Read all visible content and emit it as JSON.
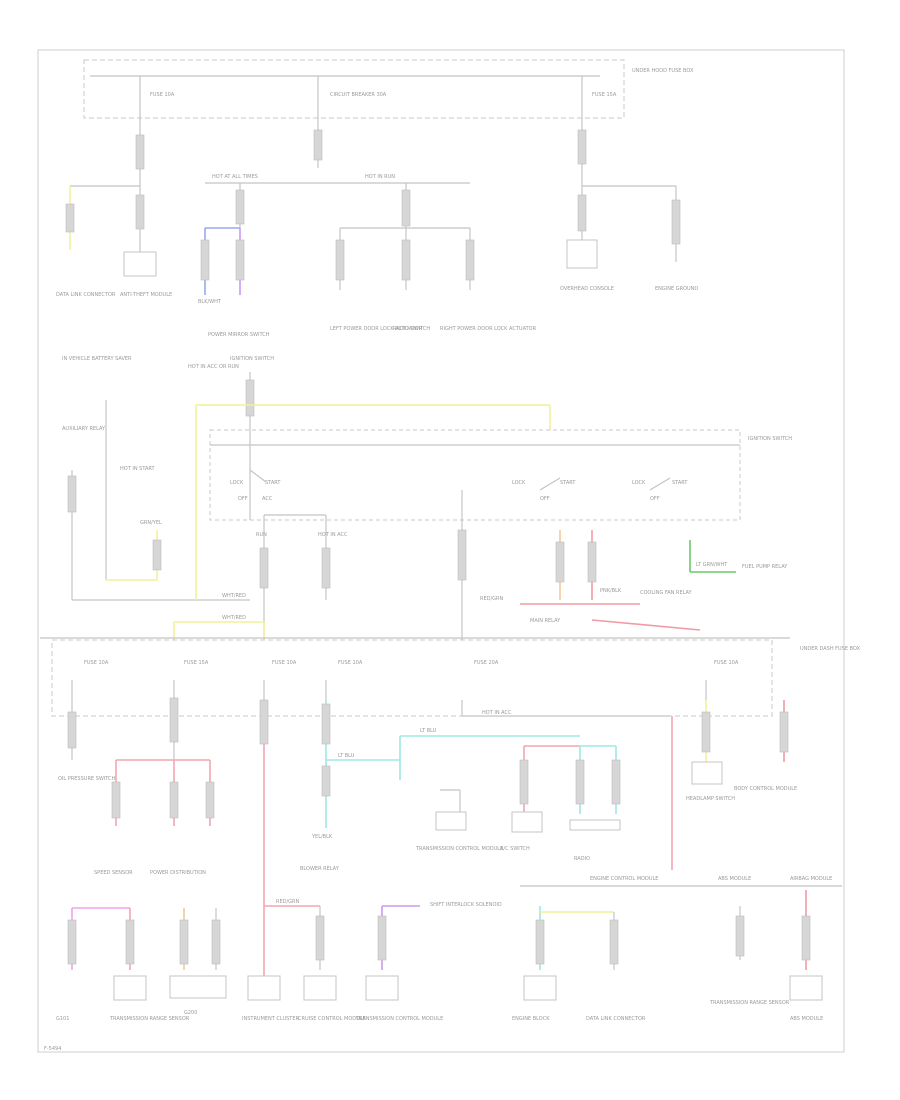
{
  "diagram": {
    "colors": {
      "line": "#c4c4c4",
      "text": "#9a9a9a",
      "yellow": "#f2f29a",
      "light_blue": "#9ee8e2",
      "pink": "#f4a6b0",
      "red": "#f29aa4",
      "green": "#6ec86e",
      "violet": "#c89af0",
      "blue": "#9aa6f0",
      "orange": "#f2c89a"
    },
    "labels": {
      "top_fuse_box": "UNDER HOOD FUSE BOX",
      "mid_fuse_box": "UNDER DASH FUSE BOX",
      "ignition_switch": "IGNITION SWITCH",
      "fuse_a": "FUSE 10A",
      "fuse_b": "FUSE 20A",
      "circuit_breaker": "CIRCUIT BREAKER 30A",
      "fuse_c": "FUSE 15A",
      "hot_at_all_times": "HOT AT ALL TIMES",
      "hot_in_run": "HOT IN RUN",
      "hot_in_acc_or_run": "HOT IN ACC OR RUN",
      "data_link_connector": "DATA LINK CONNECTOR",
      "anti_theft_module": "ANTI-THEFT MODULE",
      "power_mirror_switch": "POWER MIRROR SWITCH",
      "left_power_door_lock": "LEFT POWER DOOR LOCK ACTUATOR",
      "right_power_door_lock": "RIGHT POWER DOOR LOCK ACTUATOR",
      "radio_switch": "RADIO SWITCH",
      "overhead_console": "OVERHEAD CONSOLE",
      "engine_block": "ENGINE BLOCK",
      "auxiliary_relay": "AUXILIARY RELAY",
      "engine_ground": "ENGINE GROUND",
      "in_vehicle_battery_saver": "IN VEHICLE BATTERY SAVER",
      "ignition_hot_in_start": "HOT IN START",
      "ignition_lock": "LOCK",
      "ignition_off": "OFF",
      "ignition_acc": "ACC",
      "ignition_run": "RUN",
      "ignition_start": "START",
      "blower_relay": "BLOWER RELAY",
      "power_distribution": "POWER DISTRIBUTION",
      "oil_pressure_switch": "OIL PRESSURE SWITCH",
      "speed_sensor": "SPEED SENSOR",
      "a_c_switch": "A/C SWITCH",
      "cooling_fan_relay": "COOLING FAN RELAY",
      "fuel_pump_relay": "FUEL PUMP RELAY",
      "engine_control_module": "ENGINE CONTROL MODULE",
      "trans_range_sensor": "TRANSMISSION RANGE SENSOR",
      "shift_interlock": "SHIFT INTERLOCK SOLENOID",
      "trans_control": "TRANSMISSION CONTROL MODULE",
      "inst_cluster": "INSTRUMENT CLUSTER",
      "cruise_control": "CRUISE CONTROL MODULE",
      "radio": "RADIO",
      "main_relay": "MAIN RELAY",
      "abs_module": "ABS MODULE",
      "airbag_module": "AIRBAG MODULE",
      "headlamp_switch": "HEADLAMP SWITCH",
      "body_control": "BODY CONTROL MODULE",
      "g101": "G101",
      "g200": "G200",
      "hot_in_acc": "HOT IN ACC",
      "lt_grn_wht": "LT GRN/WHT",
      "yel_blk": "YEL/BLK",
      "red_grn": "RED/GRN",
      "pnk_blk": "PNK/BLK",
      "blk_wht": "BLK/WHT",
      "wht_red": "WHT/RED",
      "lt_blu": "LT BLU",
      "grn_yel": "GRN/YEL",
      "page_code": "F-5494"
    }
  }
}
